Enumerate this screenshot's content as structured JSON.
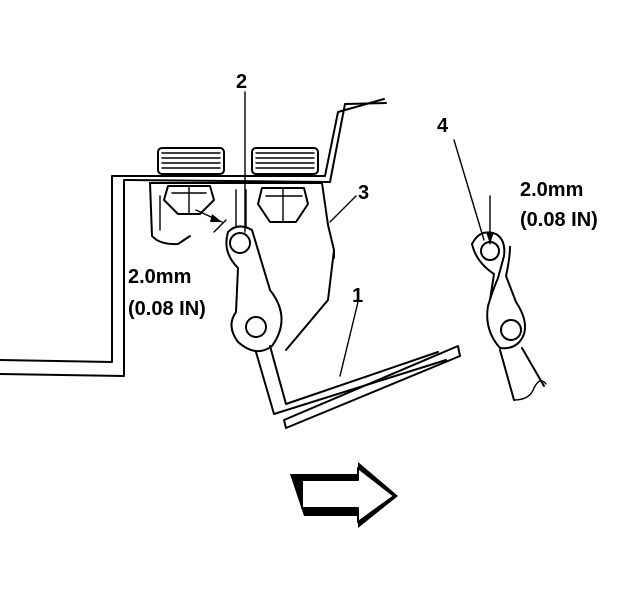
{
  "callouts": {
    "c1": "1",
    "c2": "2",
    "c3": "3",
    "c4": "4"
  },
  "measurements": {
    "left_mm": "2.0mm",
    "left_in": "(0.08 IN)",
    "right_mm": "2.0mm",
    "right_in": "(0.08 IN)"
  },
  "icons": {
    "direction_arrow": "arrow-right-icon"
  },
  "colors": {
    "ink": "#000000",
    "background": "#ffffff"
  }
}
